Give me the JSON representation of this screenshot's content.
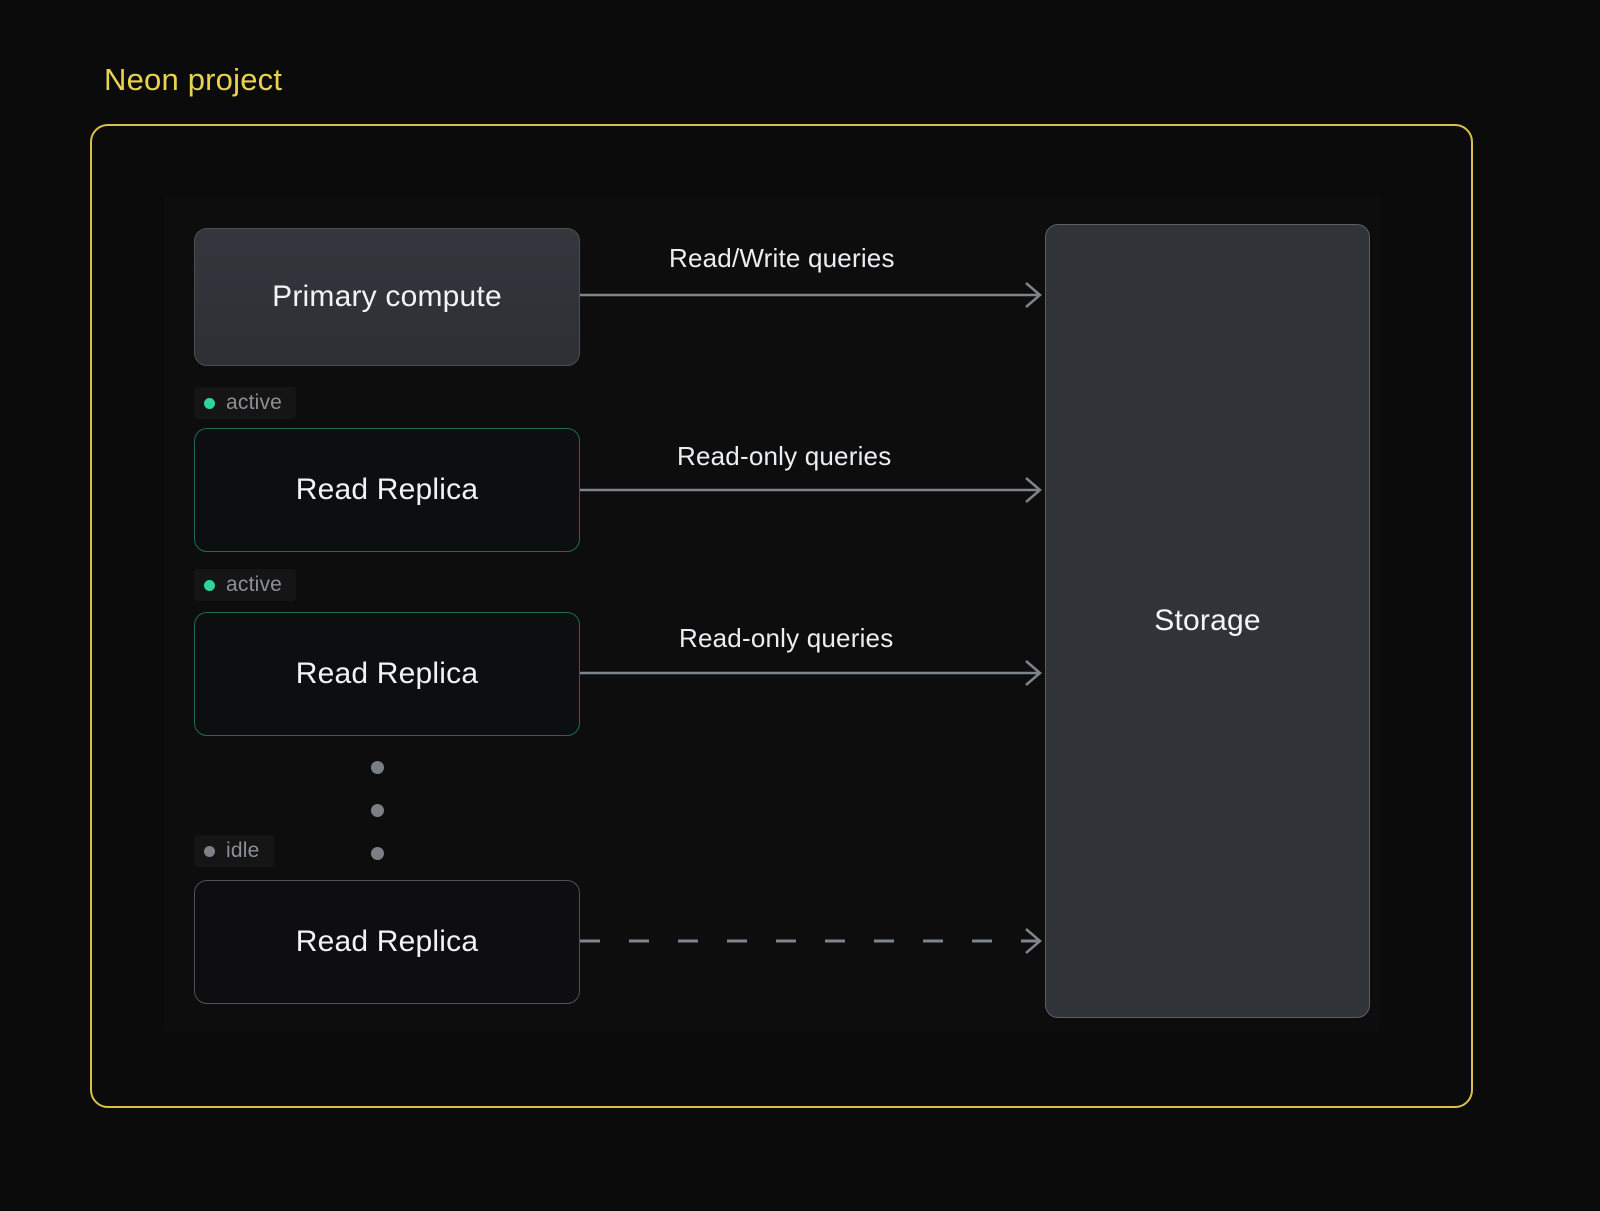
{
  "diagram": {
    "title": "Neon project",
    "accent_color": "#e9d24e",
    "background_color": "#0b0b0c",
    "active_color": "#2fd49c",
    "idle_color": "#7d8288",
    "active_border_color": "#1f6b50",
    "idle_border_color": "#4e5258"
  },
  "nodes": {
    "primary": {
      "label": "Primary compute"
    },
    "replica_1": {
      "label": "Read Replica"
    },
    "replica_2": {
      "label": "Read Replica"
    },
    "replica_idle": {
      "label": "Read Replica"
    },
    "storage": {
      "label": "Storage"
    }
  },
  "badges": [
    {
      "status": "active",
      "state": "green"
    },
    {
      "status": "active",
      "state": "green"
    },
    {
      "status": "idle",
      "state": "gray"
    }
  ],
  "edges": [
    {
      "label": "Read/Write queries",
      "style": "solid",
      "from": "primary",
      "to": "storage"
    },
    {
      "label": "Read-only queries",
      "style": "solid",
      "from": "replica_1",
      "to": "storage"
    },
    {
      "label": "Read-only queries",
      "style": "solid",
      "from": "replica_2",
      "to": "storage"
    },
    {
      "label": "",
      "style": "dashed",
      "from": "replica_idle",
      "to": "storage"
    }
  ],
  "ellipsis": {
    "icon": "vertical-ellipsis-icon",
    "count": 3
  }
}
